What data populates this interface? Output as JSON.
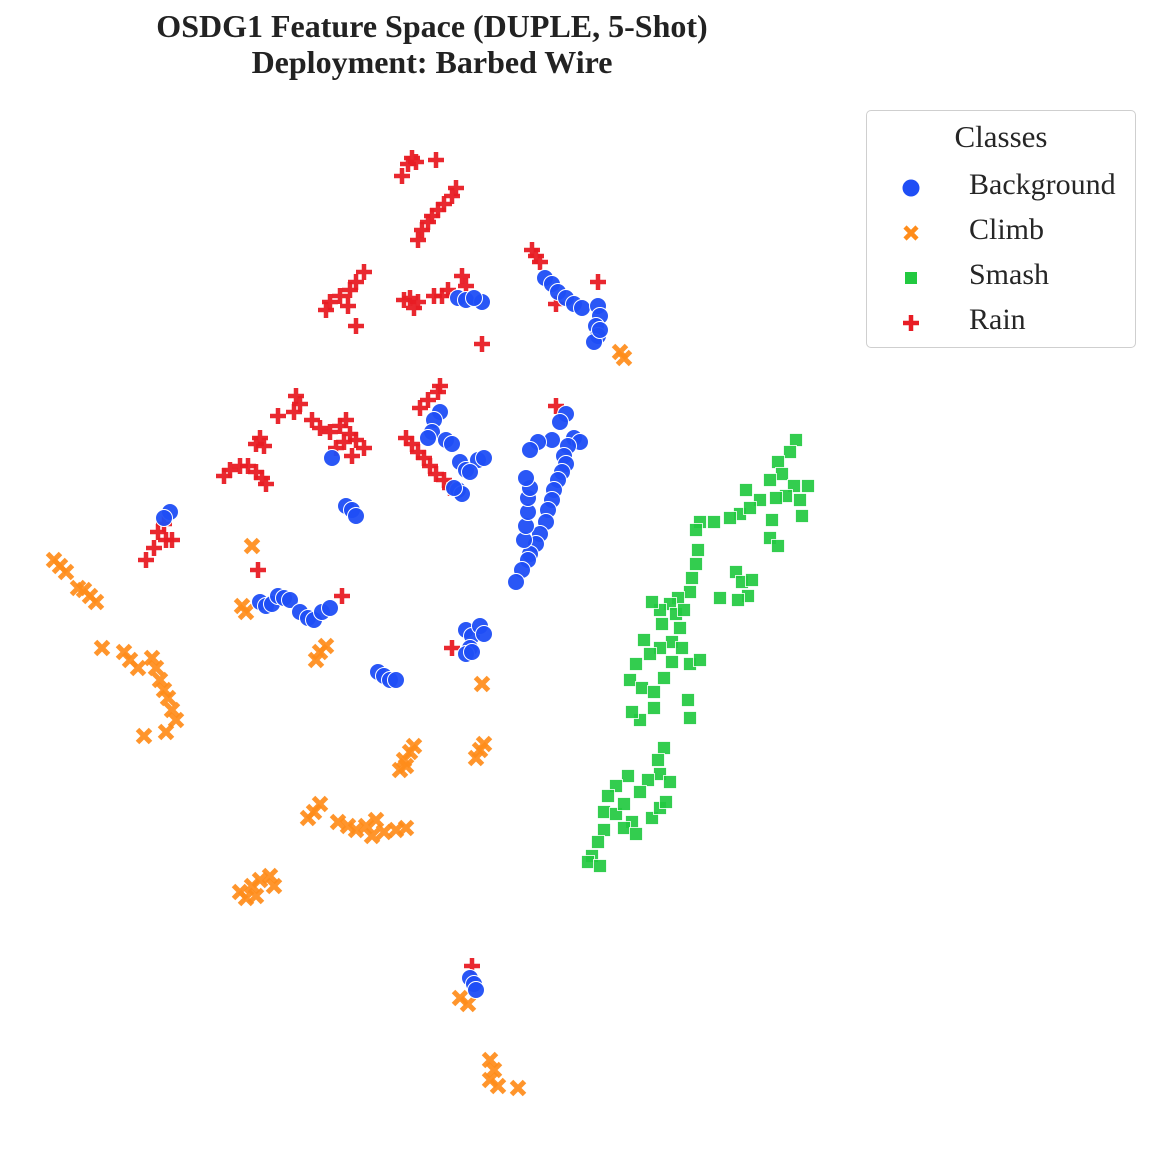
{
  "title": {
    "line1": "OSDG1 Feature Space (DUPLE, 5-Shot)",
    "line2": "Deployment: Barbed Wire"
  },
  "legend": {
    "title": "Classes",
    "items": [
      {
        "label": "Background",
        "marker": "circle",
        "color": "#1f4ef5"
      },
      {
        "label": "Climb",
        "marker": "x",
        "color": "#ff8c1a"
      },
      {
        "label": "Smash",
        "marker": "square",
        "color": "#22c940"
      },
      {
        "label": "Rain",
        "marker": "plus",
        "color": "#e81c24"
      }
    ]
  },
  "chart_data": {
    "type": "scatter",
    "title": "OSDG1 Feature Space (DUPLE, 5-Shot)\nDeployment: Barbed Wire",
    "xlabel": "",
    "ylabel": "",
    "axes_visible": false,
    "grid": false,
    "legend_position": "upper right, outside",
    "coordinate_space": "pixel (t-SNE embedding, no axis ticks)",
    "series": [
      {
        "name": "Background",
        "marker": "circle",
        "color": "#1f4ef5",
        "points": [
          [
            458,
            298
          ],
          [
            466,
            300
          ],
          [
            482,
            302
          ],
          [
            474,
            298
          ],
          [
            545,
            278
          ],
          [
            552,
            284
          ],
          [
            558,
            292
          ],
          [
            566,
            298
          ],
          [
            574,
            304
          ],
          [
            582,
            308
          ],
          [
            598,
            306
          ],
          [
            600,
            316
          ],
          [
            596,
            326
          ],
          [
            598,
            336
          ],
          [
            594,
            342
          ],
          [
            600,
            330
          ],
          [
            440,
            412
          ],
          [
            434,
            420
          ],
          [
            432,
            432
          ],
          [
            428,
            438
          ],
          [
            446,
            440
          ],
          [
            452,
            444
          ],
          [
            460,
            462
          ],
          [
            466,
            470
          ],
          [
            478,
            460
          ],
          [
            484,
            458
          ],
          [
            470,
            472
          ],
          [
            458,
            490
          ],
          [
            462,
            494
          ],
          [
            454,
            488
          ],
          [
            332,
            458
          ],
          [
            346,
            506
          ],
          [
            352,
            510
          ],
          [
            356,
            516
          ],
          [
            566,
            414
          ],
          [
            560,
            422
          ],
          [
            552,
            440
          ],
          [
            538,
            442
          ],
          [
            530,
            450
          ],
          [
            574,
            438
          ],
          [
            580,
            442
          ],
          [
            568,
            446
          ],
          [
            564,
            456
          ],
          [
            566,
            464
          ],
          [
            562,
            472
          ],
          [
            558,
            480
          ],
          [
            554,
            490
          ],
          [
            552,
            500
          ],
          [
            548,
            510
          ],
          [
            546,
            522
          ],
          [
            540,
            534
          ],
          [
            536,
            544
          ],
          [
            530,
            554
          ],
          [
            528,
            560
          ],
          [
            524,
            540
          ],
          [
            526,
            526
          ],
          [
            528,
            512
          ],
          [
            528,
            498
          ],
          [
            530,
            488
          ],
          [
            526,
            478
          ],
          [
            522,
            570
          ],
          [
            516,
            582
          ],
          [
            170,
            512
          ],
          [
            164,
            518
          ],
          [
            260,
            602
          ],
          [
            266,
            606
          ],
          [
            272,
            604
          ],
          [
            278,
            596
          ],
          [
            284,
            598
          ],
          [
            290,
            600
          ],
          [
            300,
            612
          ],
          [
            308,
            618
          ],
          [
            314,
            620
          ],
          [
            322,
            612
          ],
          [
            330,
            608
          ],
          [
            466,
            630
          ],
          [
            472,
            636
          ],
          [
            480,
            626
          ],
          [
            484,
            634
          ],
          [
            470,
            648
          ],
          [
            466,
            654
          ],
          [
            472,
            652
          ],
          [
            378,
            672
          ],
          [
            384,
            676
          ],
          [
            390,
            680
          ],
          [
            396,
            680
          ],
          [
            470,
            978
          ],
          [
            474,
            984
          ],
          [
            476,
            990
          ]
        ]
      },
      {
        "name": "Climb",
        "marker": "x",
        "color": "#ff8c1a",
        "points": [
          [
            620,
            352
          ],
          [
            624,
            358
          ],
          [
            54,
            560
          ],
          [
            60,
            566
          ],
          [
            66,
            572
          ],
          [
            84,
            590
          ],
          [
            90,
            596
          ],
          [
            96,
            602
          ],
          [
            78,
            588
          ],
          [
            252,
            546
          ],
          [
            242,
            606
          ],
          [
            246,
            612
          ],
          [
            102,
            648
          ],
          [
            124,
            652
          ],
          [
            130,
            660
          ],
          [
            138,
            668
          ],
          [
            152,
            658
          ],
          [
            156,
            668
          ],
          [
            160,
            680
          ],
          [
            164,
            690
          ],
          [
            168,
            698
          ],
          [
            172,
            710
          ],
          [
            176,
            720
          ],
          [
            166,
            732
          ],
          [
            144,
            736
          ],
          [
            326,
            646
          ],
          [
            316,
            660
          ],
          [
            320,
            652
          ],
          [
            482,
            684
          ],
          [
            404,
            760
          ],
          [
            410,
            752
          ],
          [
            414,
            746
          ],
          [
            400,
            770
          ],
          [
            406,
            766
          ],
          [
            480,
            750
          ],
          [
            484,
            744
          ],
          [
            476,
            758
          ],
          [
            320,
            804
          ],
          [
            308,
            818
          ],
          [
            314,
            812
          ],
          [
            338,
            822
          ],
          [
            348,
            826
          ],
          [
            356,
            830
          ],
          [
            366,
            826
          ],
          [
            376,
            820
          ],
          [
            372,
            836
          ],
          [
            384,
            832
          ],
          [
            396,
            830
          ],
          [
            406,
            828
          ],
          [
            240,
            892
          ],
          [
            252,
            886
          ],
          [
            260,
            880
          ],
          [
            270,
            876
          ],
          [
            274,
            886
          ],
          [
            256,
            896
          ],
          [
            246,
            898
          ],
          [
            460,
            998
          ],
          [
            468,
            1004
          ],
          [
            490,
            1060
          ],
          [
            494,
            1070
          ],
          [
            490,
            1080
          ],
          [
            498,
            1086
          ],
          [
            518,
            1088
          ]
        ]
      },
      {
        "name": "Smash",
        "marker": "square",
        "color": "#22c940",
        "points": [
          [
            796,
            440
          ],
          [
            790,
            452
          ],
          [
            778,
            462
          ],
          [
            782,
            474
          ],
          [
            770,
            480
          ],
          [
            794,
            486
          ],
          [
            786,
            496
          ],
          [
            808,
            486
          ],
          [
            800,
            500
          ],
          [
            802,
            516
          ],
          [
            776,
            498
          ],
          [
            760,
            500
          ],
          [
            746,
            490
          ],
          [
            740,
            514
          ],
          [
            750,
            508
          ],
          [
            730,
            518
          ],
          [
            714,
            522
          ],
          [
            700,
            522
          ],
          [
            696,
            530
          ],
          [
            772,
            520
          ],
          [
            770,
            538
          ],
          [
            778,
            546
          ],
          [
            736,
            572
          ],
          [
            742,
            582
          ],
          [
            752,
            580
          ],
          [
            748,
            596
          ],
          [
            738,
            600
          ],
          [
            720,
            598
          ],
          [
            698,
            550
          ],
          [
            696,
            564
          ],
          [
            692,
            578
          ],
          [
            690,
            592
          ],
          [
            678,
            598
          ],
          [
            670,
            604
          ],
          [
            660,
            610
          ],
          [
            652,
            602
          ],
          [
            662,
            624
          ],
          [
            676,
            614
          ],
          [
            684,
            610
          ],
          [
            680,
            628
          ],
          [
            672,
            642
          ],
          [
            660,
            648
          ],
          [
            650,
            654
          ],
          [
            644,
            640
          ],
          [
            636,
            664
          ],
          [
            630,
            680
          ],
          [
            642,
            688
          ],
          [
            654,
            692
          ],
          [
            664,
            678
          ],
          [
            672,
            662
          ],
          [
            682,
            648
          ],
          [
            690,
            664
          ],
          [
            700,
            660
          ],
          [
            688,
            700
          ],
          [
            690,
            718
          ],
          [
            654,
            708
          ],
          [
            640,
            720
          ],
          [
            632,
            712
          ],
          [
            664,
            748
          ],
          [
            658,
            760
          ],
          [
            660,
            774
          ],
          [
            670,
            782
          ],
          [
            648,
            780
          ],
          [
            640,
            792
          ],
          [
            628,
            776
          ],
          [
            616,
            786
          ],
          [
            608,
            796
          ],
          [
            604,
            812
          ],
          [
            616,
            814
          ],
          [
            624,
            804
          ],
          [
            632,
            822
          ],
          [
            652,
            818
          ],
          [
            660,
            808
          ],
          [
            666,
            802
          ],
          [
            604,
            830
          ],
          [
            598,
            842
          ],
          [
            592,
            856
          ],
          [
            588,
            862
          ],
          [
            600,
            866
          ],
          [
            624,
            828
          ],
          [
            636,
            834
          ]
        ]
      },
      {
        "name": "Rain",
        "marker": "plus",
        "color": "#e81c24",
        "points": [
          [
            412,
            158
          ],
          [
            408,
            164
          ],
          [
            416,
            162
          ],
          [
            436,
            160
          ],
          [
            402,
            176
          ],
          [
            456,
            188
          ],
          [
            452,
            196
          ],
          [
            444,
            204
          ],
          [
            438,
            210
          ],
          [
            432,
            216
          ],
          [
            428,
            222
          ],
          [
            422,
            230
          ],
          [
            418,
            240
          ],
          [
            364,
            272
          ],
          [
            356,
            282
          ],
          [
            350,
            290
          ],
          [
            340,
            296
          ],
          [
            330,
            302
          ],
          [
            326,
            310
          ],
          [
            348,
            306
          ],
          [
            356,
            326
          ],
          [
            404,
            300
          ],
          [
            410,
            298
          ],
          [
            418,
            302
          ],
          [
            414,
            308
          ],
          [
            434,
            296
          ],
          [
            442,
            296
          ],
          [
            448,
            290
          ],
          [
            462,
            276
          ],
          [
            466,
            286
          ],
          [
            482,
            344
          ],
          [
            532,
            250
          ],
          [
            536,
            256
          ],
          [
            540,
            262
          ],
          [
            598,
            282
          ],
          [
            556,
            304
          ],
          [
            296,
            396
          ],
          [
            300,
            404
          ],
          [
            294,
            412
          ],
          [
            278,
            416
          ],
          [
            312,
            420
          ],
          [
            320,
            428
          ],
          [
            330,
            432
          ],
          [
            340,
            426
          ],
          [
            346,
            420
          ],
          [
            350,
            434
          ],
          [
            344,
            442
          ],
          [
            356,
            440
          ],
          [
            364,
            448
          ],
          [
            352,
            456
          ],
          [
            336,
            448
          ],
          [
            260,
            438
          ],
          [
            256,
            444
          ],
          [
            264,
            446
          ],
          [
            230,
            470
          ],
          [
            224,
            476
          ],
          [
            240,
            466
          ],
          [
            248,
            466
          ],
          [
            256,
            472
          ],
          [
            262,
            478
          ],
          [
            266,
            484
          ],
          [
            438,
            392
          ],
          [
            440,
            386
          ],
          [
            428,
            400
          ],
          [
            420,
            408
          ],
          [
            406,
            438
          ],
          [
            412,
            444
          ],
          [
            418,
            452
          ],
          [
            424,
            458
          ],
          [
            430,
            466
          ],
          [
            436,
            474
          ],
          [
            444,
            480
          ],
          [
            450,
            488
          ],
          [
            556,
            406
          ],
          [
            164,
            524
          ],
          [
            158,
            532
          ],
          [
            166,
            540
          ],
          [
            154,
            548
          ],
          [
            146,
            560
          ],
          [
            172,
            540
          ],
          [
            258,
            570
          ],
          [
            342,
            596
          ],
          [
            452,
            648
          ],
          [
            472,
            966
          ]
        ]
      }
    ]
  }
}
